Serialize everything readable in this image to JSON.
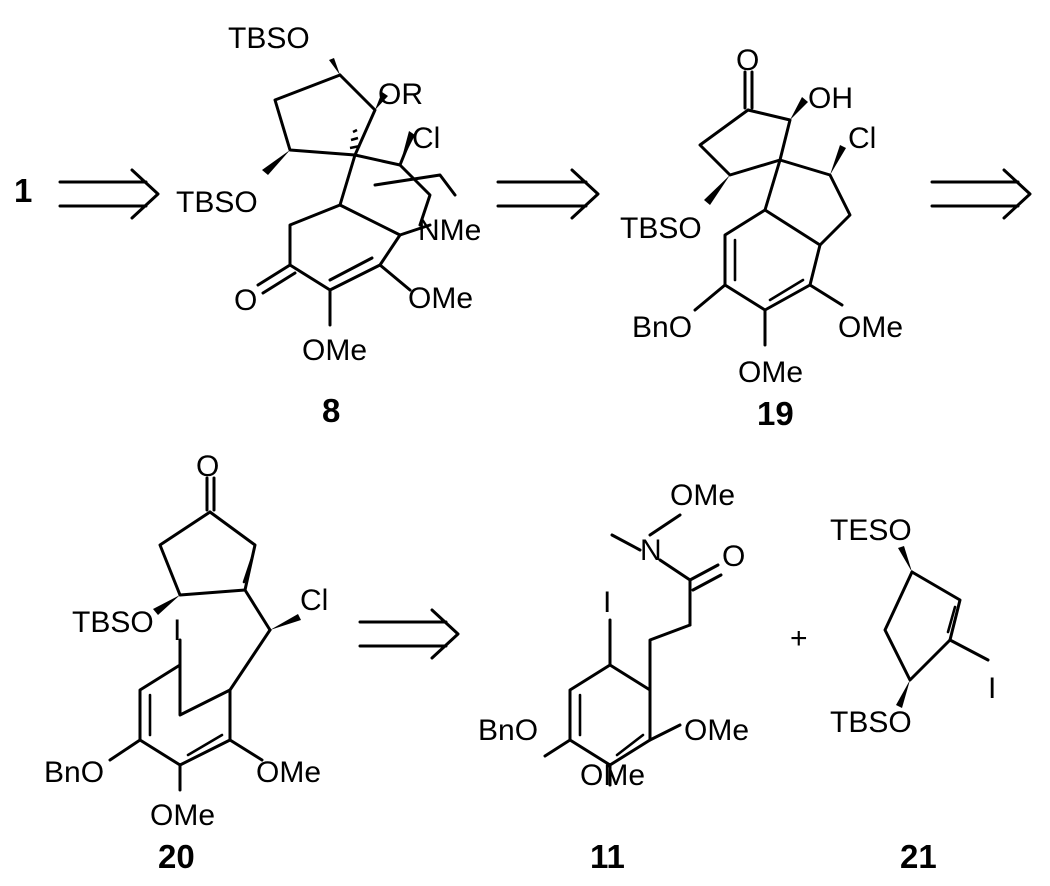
{
  "compounds": {
    "target": "1",
    "c8": "8",
    "c19": "19",
    "c20": "20",
    "c11": "11",
    "c21": "21"
  },
  "plus_sign": "+",
  "labels": {
    "tbso": "TBSO",
    "tbso_b": "TBSO",
    "or": "OR",
    "cl": "Cl",
    "nme": "NMe",
    "o": "O",
    "ome": "OMe",
    "ome_b": "OMe",
    "oh": "OH",
    "bno": "BnO",
    "i": "I",
    "n": "N",
    "tes": "TESO"
  },
  "arrow_type": "retrosynthetic"
}
